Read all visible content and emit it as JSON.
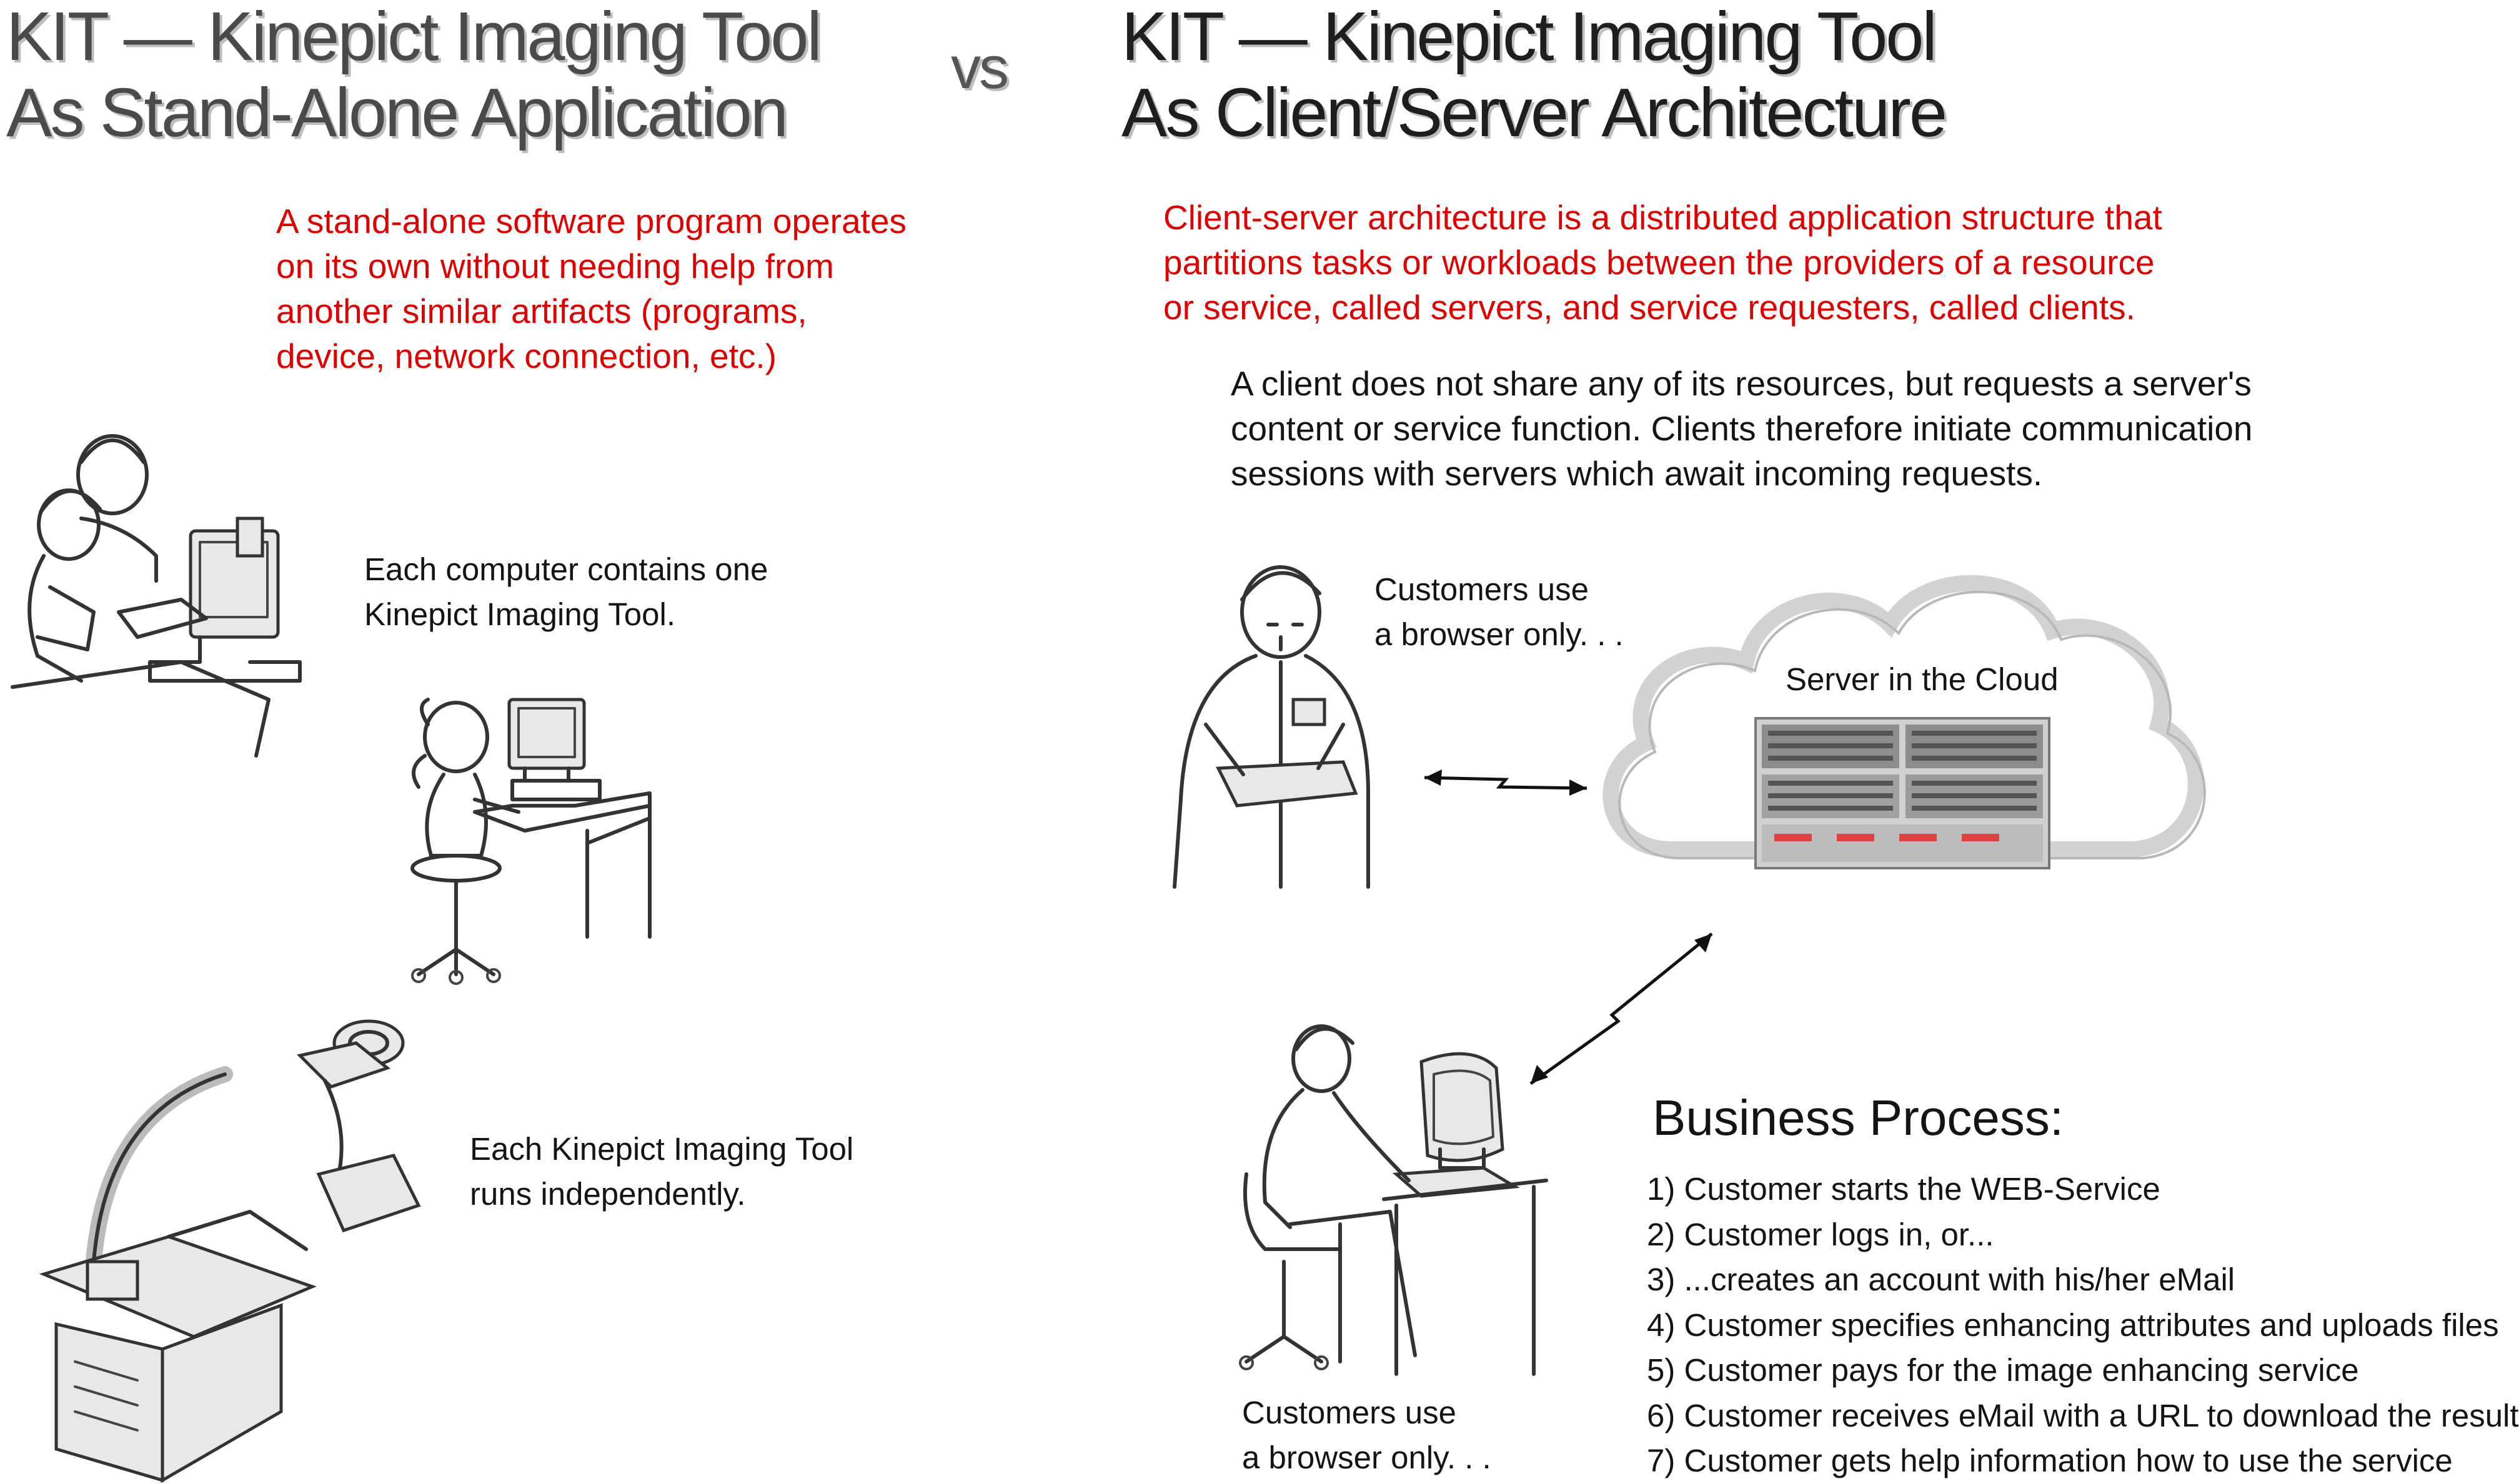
{
  "left": {
    "title_lines": [
      "KIT  —  Kinepict Imaging Tool",
      "As Stand-Alone Application"
    ],
    "definition_lines": [
      "A stand-alone software program operates",
      "on its own without needing help from",
      "another similar artifacts (programs,",
      "device, network connection, etc.)"
    ],
    "caption1_lines": [
      "Each computer contains one",
      "Kinepict Imaging Tool."
    ],
    "caption2_lines": [
      "Each Kinepict Imaging Tool",
      "runs independently."
    ]
  },
  "vs_label": "vs",
  "right": {
    "title_lines": [
      "KIT  —  Kinepict Imaging Tool",
      "As Client/Server Architecture"
    ],
    "definition_lines": [
      "Client-server architecture is a distributed application structure that",
      "partitions tasks or workloads between the providers of a resource",
      "or service, called servers, and service requesters, called clients."
    ],
    "explanation_lines": [
      "A client does not share any of its resources, but requests a server's",
      "content or service function. Clients therefore initiate communication",
      "sessions with servers which await incoming requests."
    ],
    "client1_caption_lines": [
      "Customers use",
      "a browser only. . ."
    ],
    "client2_caption_lines": [
      "Customers use",
      "a browser only. . ."
    ],
    "cloud_label": "Server in the Cloud",
    "business_process": {
      "title": "Business Process:",
      "steps": [
        "1) Customer starts the WEB-Service",
        "2) Customer logs in, or...",
        "3) ...creates an account with his/her eMail",
        "4) Customer specifies enhancing attributes and uploads files",
        "5) Customer pays for the image enhancing service",
        "6) Customer receives eMail with a URL to download the result",
        "7) Customer gets help information how to use the service"
      ]
    }
  },
  "colors": {
    "definition_text": "#e00000",
    "title_text": "#4a4a4a",
    "title_shadow": "#bdbdbd"
  },
  "icons": [
    "workstation-illustration",
    "child-at-computer-illustration",
    "c-arm-xray-illustration",
    "doctor-with-tablet-illustration",
    "man-at-computer-illustration",
    "cloud-icon",
    "server-rack-icon",
    "double-arrow-icon"
  ]
}
